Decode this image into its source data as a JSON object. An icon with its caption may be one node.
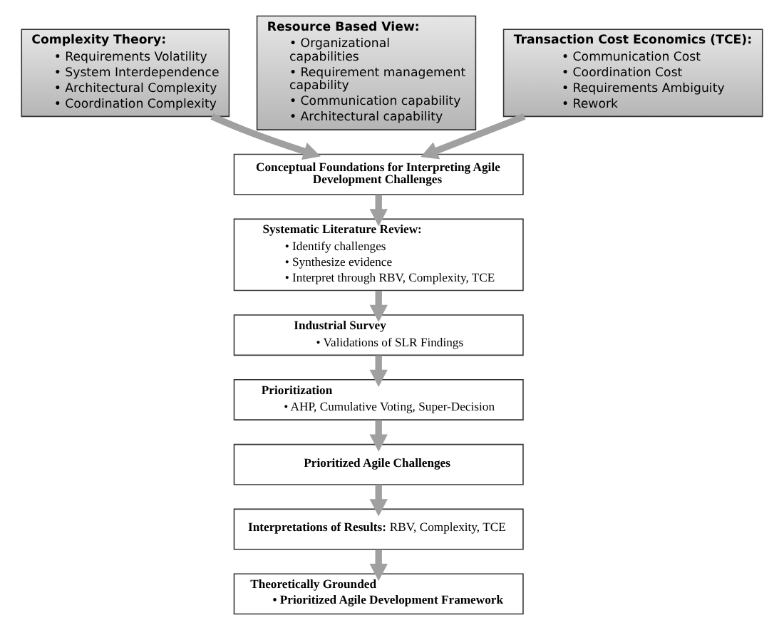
{
  "diagram": {
    "nodes": [
      {
        "text": [
          "Complexity Theory:",
          "• Requirements Volatility",
          "• System Interdependence",
          "• Architectural Complexity",
          "• Coordination Complexity"
        ]
      },
      {
        "text": [
          "Resource Based View:",
          "• Organizational capabilities",
          "• Requirement management capability",
          "• Communication capability",
          "• Architectural capability"
        ]
      },
      {
        "text": [
          "Transaction Cost Economics (TCE):",
          "• Communication Cost",
          "• Coordination Cost",
          "• Requirements Ambiguity",
          "• Rework"
        ]
      },
      {
        "text": [
          "Conceptual Foundations for Interpreting Agile Development Challenges"
        ]
      },
      {
        "text": [
          "Systematic Literature Review:",
          "• Identify challenges",
          "• Synthesize evidence",
          "• Interpret through RBV, Complexity, TCE"
        ]
      },
      {
        "text": [
          "Industrial Survey",
          "• Validations of SLR Findings"
        ]
      },
      {
        "text": [
          "Prioritization",
          "• AHP, Cumulative Voting, Super-Decision"
        ]
      },
      {
        "text": [
          "Prioritized Agile Challenges"
        ]
      },
      {
        "text": [
          "**Interpretations of Results:** RBV, Complexity, TCE"
        ]
      },
      {
        "text": [
          "Theoretically Grounded",
          "• Prioritized Agile Development Framework"
        ]
      }
    ],
    "edges": [
      {
        "from": 0,
        "to": 3,
        "arrow": "to"
      },
      {
        "from": 2,
        "to": 3,
        "arrow": "to"
      },
      {
        "from": 3,
        "to": 4,
        "arrow": "to"
      },
      {
        "from": 4,
        "to": 5,
        "arrow": "to"
      },
      {
        "from": 5,
        "to": 6,
        "arrow": "to"
      },
      {
        "from": 6,
        "to": 7,
        "arrow": "to"
      },
      {
        "from": 7,
        "to": 8,
        "arrow": "to"
      },
      {
        "from": 8,
        "to": 9,
        "arrow": "to"
      }
    ]
  }
}
